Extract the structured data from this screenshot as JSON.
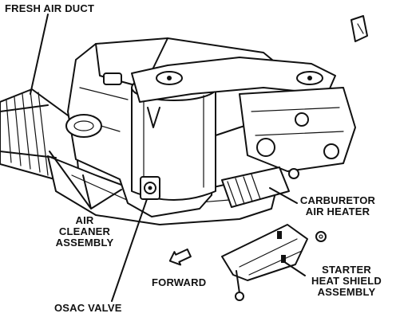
{
  "labels": {
    "fresh_air_duct": "FRESH AIR DUCT",
    "air_cleaner_line1": "AIR",
    "air_cleaner_line2": "CLEANER",
    "air_cleaner_line3": "ASSEMBLY",
    "osac_valve": "OSAC VALVE",
    "forward": "FORWARD",
    "carburetor_line1": "CARBURETOR",
    "carburetor_line2": "AIR HEATER",
    "starter_line1": "STARTER",
    "starter_line2": "HEAT SHIELD",
    "starter_line3": "ASSEMBLY"
  },
  "colors": {
    "ink": "#111111",
    "paper": "#ffffff"
  }
}
